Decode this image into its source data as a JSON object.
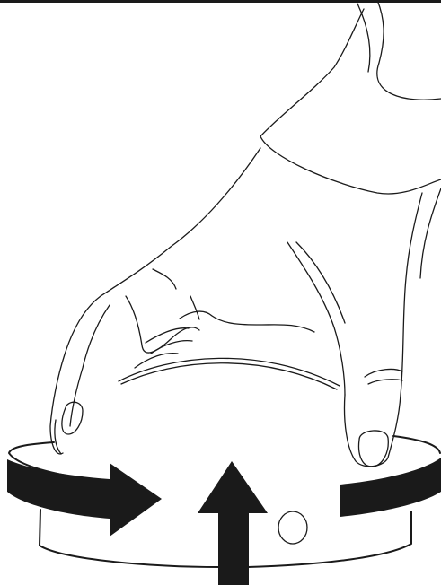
{
  "figure": {
    "type": "instructional-illustration",
    "subject": "hand-twisting-cap",
    "style": "black-line-art",
    "colors": {
      "ink": "#1a1a1a",
      "background": "#ffffff"
    },
    "icons": [
      "rotate-left-arrow-icon",
      "rotate-right-arrow-icon",
      "up-arrow-icon"
    ]
  }
}
